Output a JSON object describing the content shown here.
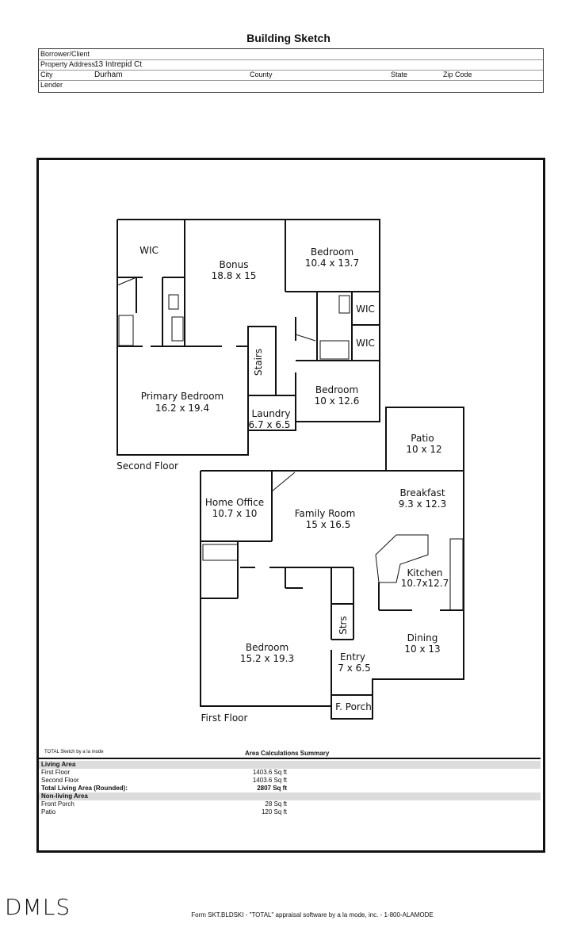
{
  "title": "Building Sketch",
  "header": {
    "borrower_label": "Borrower/Client",
    "address_label": "Property Address",
    "address_value": "13 Intrepid Ct",
    "city_label": "City",
    "city_value": "Durham",
    "county_label": "County",
    "state_label": "State",
    "zip_label": "Zip Code",
    "lender_label": "Lender"
  },
  "rooms": {
    "wic1": "WIC",
    "bonus_name": "Bonus",
    "bonus_size": "18.8 x 15",
    "bed1_name": "Bedroom",
    "bed1_size": "10.4 x 13.7",
    "wic2": "WIC",
    "wic3": "WIC",
    "stairs": "Stairs",
    "primary_name": "Primary Bedroom",
    "primary_size": "16.2 x 19.4",
    "bed2_name": "Bedroom",
    "bed2_size": "10 x 12.6",
    "laundry_name": "Laundry",
    "laundry_size": "6.7 x 6.5",
    "second_floor": "Second Floor",
    "patio_name": "Patio",
    "patio_size": "10 x 12",
    "office_name": "Home Office",
    "office_size": "10.7 x 10",
    "family_name": "Family Room",
    "family_size": "15 x 16.5",
    "breakfast_name": "Breakfast",
    "breakfast_size": "9.3 x 12.3",
    "kitchen_name": "Kitchen",
    "kitchen_size": "10.7x12.7",
    "strs": "Strs",
    "bed3_name": "Bedroom",
    "bed3_size": "15.2 x 19.3",
    "dining_name": "Dining",
    "dining_size": "10 x 13",
    "entry_name": "Entry",
    "entry_size": "7 x 6.5",
    "porch": "F. Porch",
    "first_floor": "First Floor"
  },
  "area": {
    "credit": "TOTAL Sketch by a la mode",
    "title": "Area Calculations Summary",
    "living_head": "Living Area",
    "first_label": "First Floor",
    "first_val": "1403.6 Sq ft",
    "second_label": "Second Floor",
    "second_val": "1403.6 Sq ft",
    "total_label": "Total Living Area (Rounded):",
    "total_val": "2807 Sq ft",
    "nonliving_head": "Non-living Area",
    "porch_label": "Front Porch",
    "porch_val": "28 Sq ft",
    "patio_label": "Patio",
    "patio_val": "120 Sq ft"
  },
  "logo": "DMLS",
  "footer": "Form SKT.BLDSKI - \"TOTAL\" appraisal software by a la mode, inc. - 1-800-ALAMODE"
}
